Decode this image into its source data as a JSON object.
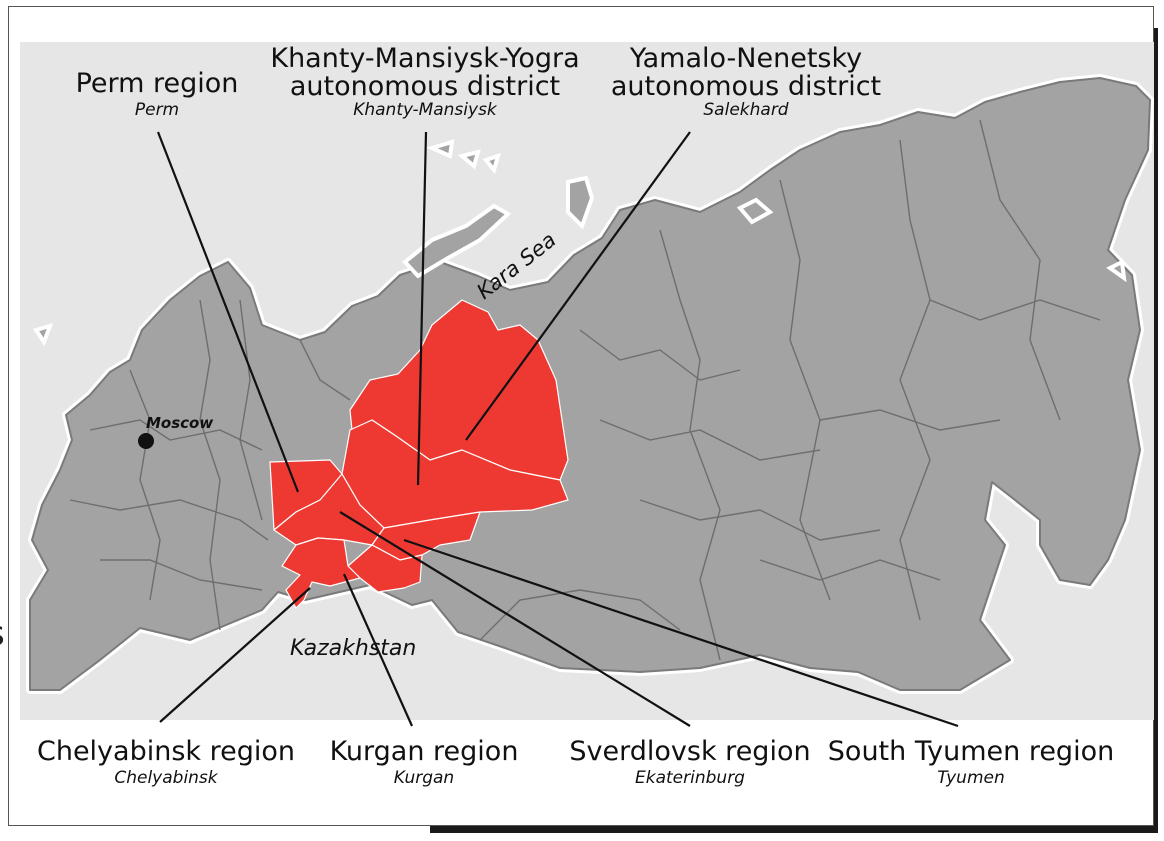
{
  "colors": {
    "highlight": "#ee3932",
    "land": "#a3a3a3",
    "sea": "#e6e6e6",
    "border": "#6a6a6a",
    "frame_shadow": "#1a1a1a"
  },
  "map": {
    "kara_sea": "Kara Sea",
    "kazakhstan": "Kazakhstan",
    "moscow": "Moscow",
    "edge_fragment": "s"
  },
  "top_labels": [
    {
      "name": "Perm region",
      "center": "Perm"
    },
    {
      "name_line1": "Khanty-Mansiysk-Yogra",
      "name_line2": "autonomous district",
      "center": "Khanty-Mansiysk"
    },
    {
      "name_line1": "Yamalo-Nenetsky",
      "name_line2": "autonomous district",
      "center": "Salekhard"
    }
  ],
  "bottom_labels": [
    {
      "name": "Chelyabinsk region",
      "center": "Chelyabinsk"
    },
    {
      "name": "Kurgan region",
      "center": "Kurgan"
    },
    {
      "name": "Sverdlovsk region",
      "center": "Ekaterinburg"
    },
    {
      "name": "South Tyumen region",
      "center": "Tyumen"
    }
  ]
}
